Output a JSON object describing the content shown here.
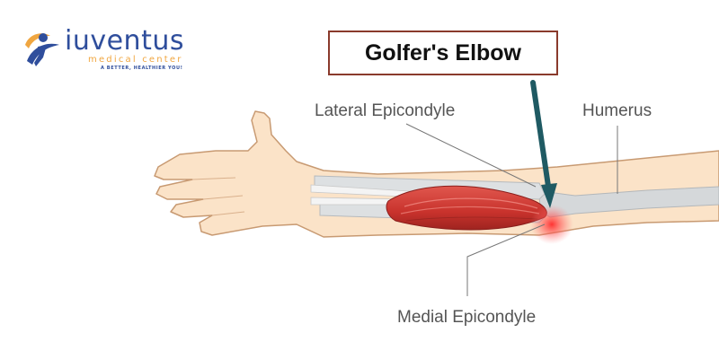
{
  "logo": {
    "name": "iuventus",
    "subtitle": "medical center",
    "tagline": "A BETTER, HEALTHIER YOU!"
  },
  "title": "Golfer's Elbow",
  "labels": {
    "lateral_epicondyle": "Lateral Epicondyle",
    "humerus": "Humerus",
    "medial_epicondyle": "Medial Epicondyle"
  },
  "colors": {
    "skin": "#fbe3c8",
    "skin_outline": "#c89a72",
    "muscle": "#cc3a33",
    "bone": "#d5d8da",
    "arrow": "#1f5a63",
    "inflammation": "#ff3a3a",
    "title_border": "#8a3a2c",
    "logo_blue": "#2f4e9c",
    "logo_orange": "#f0a640"
  }
}
